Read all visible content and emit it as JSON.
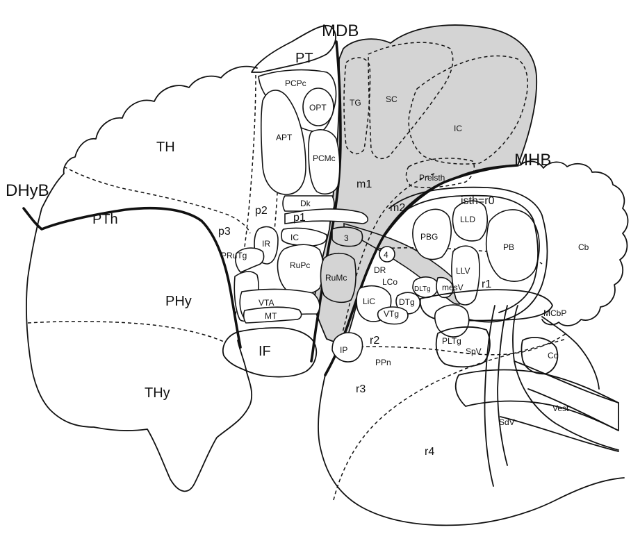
{
  "colors": {
    "shade": "#d4d4d4",
    "line": "#111111",
    "background": "#ffffff"
  },
  "labels": {
    "mdb": "MDB",
    "mhb": "MHB",
    "dhyb": "DHyB",
    "pt": "PT",
    "th": "TH",
    "pth": "PTh",
    "phy": "PHy",
    "thy": "THy",
    "p1": "p1",
    "p2": "p2",
    "p3": "p3",
    "m1": "m1",
    "m2": "m2",
    "isth": "isth=r0",
    "r1": "r1",
    "r2": "r2",
    "r3": "r3",
    "r4": "r4",
    "pcpc": "PCPc",
    "opt": "OPT",
    "apt": "APT",
    "pcmc": "PCMc",
    "dk": "Dk",
    "ir": "IR",
    "ic_small": "IC",
    "rupc": "RuPc",
    "prutg": "PRuTg",
    "vta": "VTA",
    "mt": "MT",
    "if": "IF",
    "tg": "TG",
    "sc": "SC",
    "ic_large": "IC",
    "prelsth": "Prelsth",
    "n3": "3",
    "n4": "4",
    "rumc": "RuMc",
    "dr": "DR",
    "lco": "LCo",
    "dltg": "DLTg",
    "mesv": "mesV",
    "lic": "LiC",
    "dtg": "DTg",
    "vtg": "VTg",
    "ip": "IP",
    "ppn": "PPn",
    "pbg": "PBG",
    "lld": "LLD",
    "pb": "PB",
    "llv": "LLV",
    "pltg": "PLTg",
    "spv": "SpV",
    "cb": "Cb",
    "mcbp": "MCbP",
    "co": "Co",
    "vest": "Vest",
    "sdv": "SdV"
  }
}
